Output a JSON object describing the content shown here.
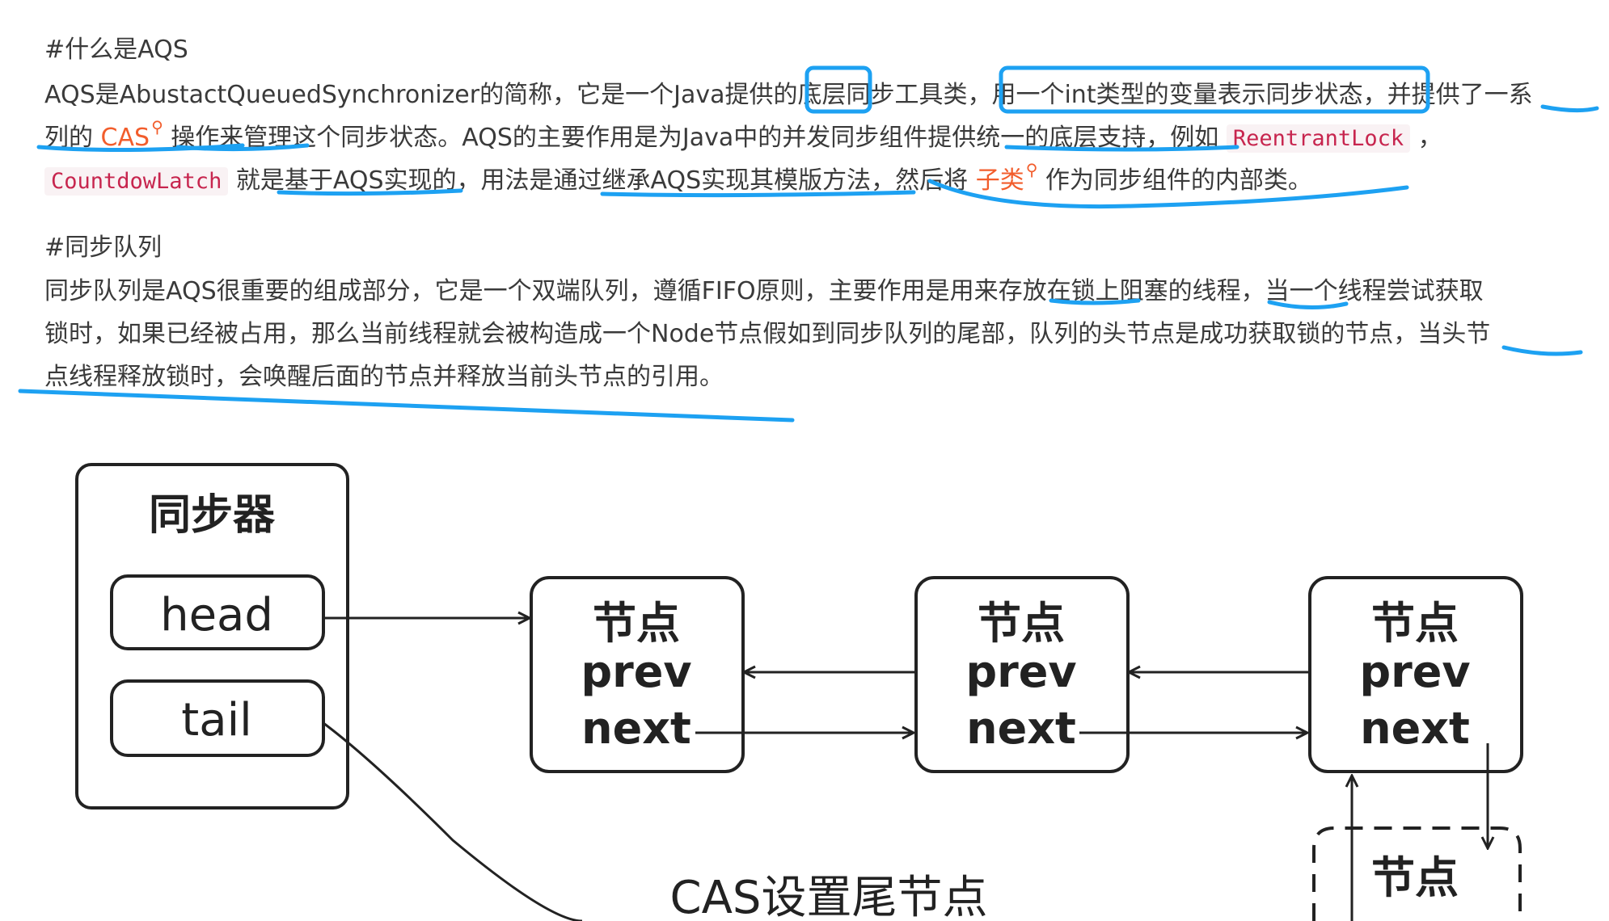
{
  "section1": {
    "heading": "#什么是AQS",
    "line1": [
      "AQS是AbustactQueuedSynchronizer的简称，它是一个Java提供的",
      "底层",
      "同步工具类",
      "，用一个int类型的变量表示同步状态，",
      "并提供了一系"
    ],
    "line2": [
      "列的 ",
      "CAS",
      " 操作来管理这个同步状态。AQS的主要作用是为Java中的并发同步组件提供统一的底层支持，例如 ",
      "ReentrantLock",
      " ，"
    ],
    "line3": [
      "CountdowLatch",
      " 就是基于AQS实现的，用法是通过继承AQS实现其模版方法，然后将 ",
      "子类",
      " 作为同步组件的内部类。"
    ]
  },
  "section2": {
    "heading": "#同步队列",
    "line1": "同步队列是AQS很重要的组成部分，它是一个双端队列，遵循FIFO原则，主要作用是用来存放在锁上阻塞的线程，当一个线程尝试获取",
    "line2": "锁时，如果已经被占用，那么当前线程就会被构造成一个Node节点假如到同步队列的尾部，队列的头节点是成功获取锁的节点，当头节",
    "line3": "点线程释放锁时，会唤醒后面的节点并释放当前头节点的引用。"
  },
  "diagram": {
    "sync_title": "同步器",
    "head": "head",
    "tail": "tail",
    "node_title": "节点",
    "prev": "prev",
    "next": "next",
    "cas_label": "CAS设置尾节点"
  },
  "colors": {
    "highlight": "#1da1f2",
    "link": "#f25d2c",
    "code": "#c7254e"
  },
  "icons": {
    "link_search": "search-icon"
  }
}
